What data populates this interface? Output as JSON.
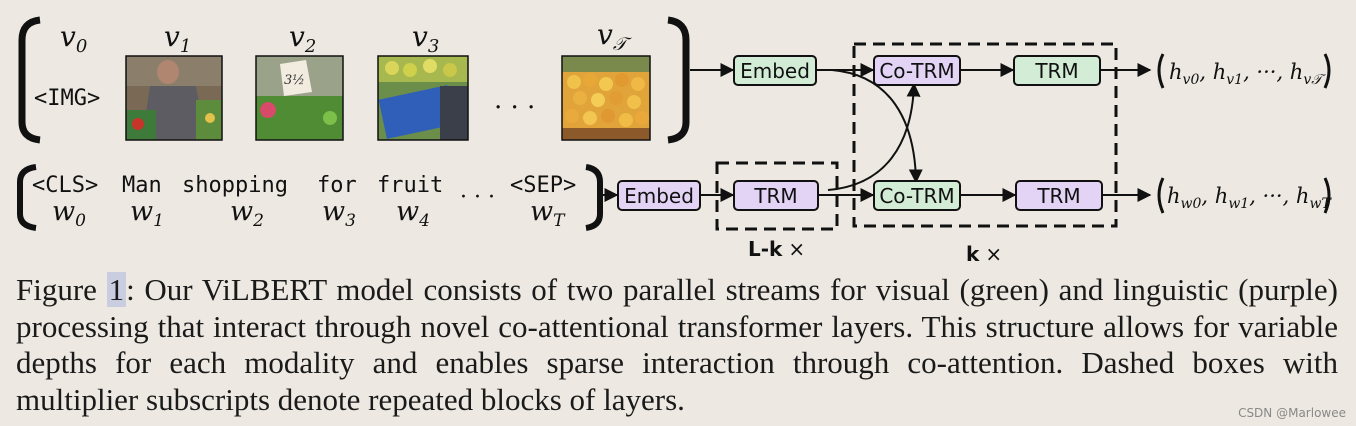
{
  "colors": {
    "visual_stream": "#d3ecd5",
    "linguistic_stream": "#e3d4f5",
    "background": "#ede9e2"
  },
  "visual_row": {
    "labels": [
      "v",
      "v",
      "v",
      "v",
      "v"
    ],
    "subscripts": [
      "0",
      "1",
      "2",
      "3",
      "𝒯"
    ],
    "img_token": "<IMG>",
    "ellipsis": ". . .",
    "images": [
      "market-man-photo",
      "market-price-tag-photo",
      "market-blue-crate-photo",
      "market-fruit-pile-photo"
    ]
  },
  "text_row": {
    "tokens": [
      "<CLS>",
      "Man",
      "shopping",
      "for",
      "fruit",
      "<SEP>"
    ],
    "subscripts": [
      "0",
      "1",
      "2",
      "3",
      "4",
      "T"
    ],
    "ellipsis": "· · ·"
  },
  "blocks": {
    "embed": "Embed",
    "trm": "TRM",
    "co_trm": "Co-TRM",
    "lk_bold": "L-k",
    "k_bold": "k",
    "times": "×"
  },
  "outputs": {
    "visual": [
      "h",
      "v0",
      ", h",
      "v1",
      ", ···, h",
      "v𝒯"
    ],
    "text": [
      "h",
      "w0",
      ", h",
      "w1",
      ", ···, h",
      "wT"
    ]
  },
  "caption": {
    "prefix": "Figure ",
    "ref": "1",
    "body": ": Our ViLBERT model consists of two parallel streams for visual (green) and linguistic (purple) processing that interact through novel co-attentional transformer layers. This structure allows for variable depths for each modality and enables sparse interaction through co-attention. Dashed boxes with multiplier subscripts denote repeated blocks of layers."
  },
  "watermark": "CSDN @Marlowee"
}
